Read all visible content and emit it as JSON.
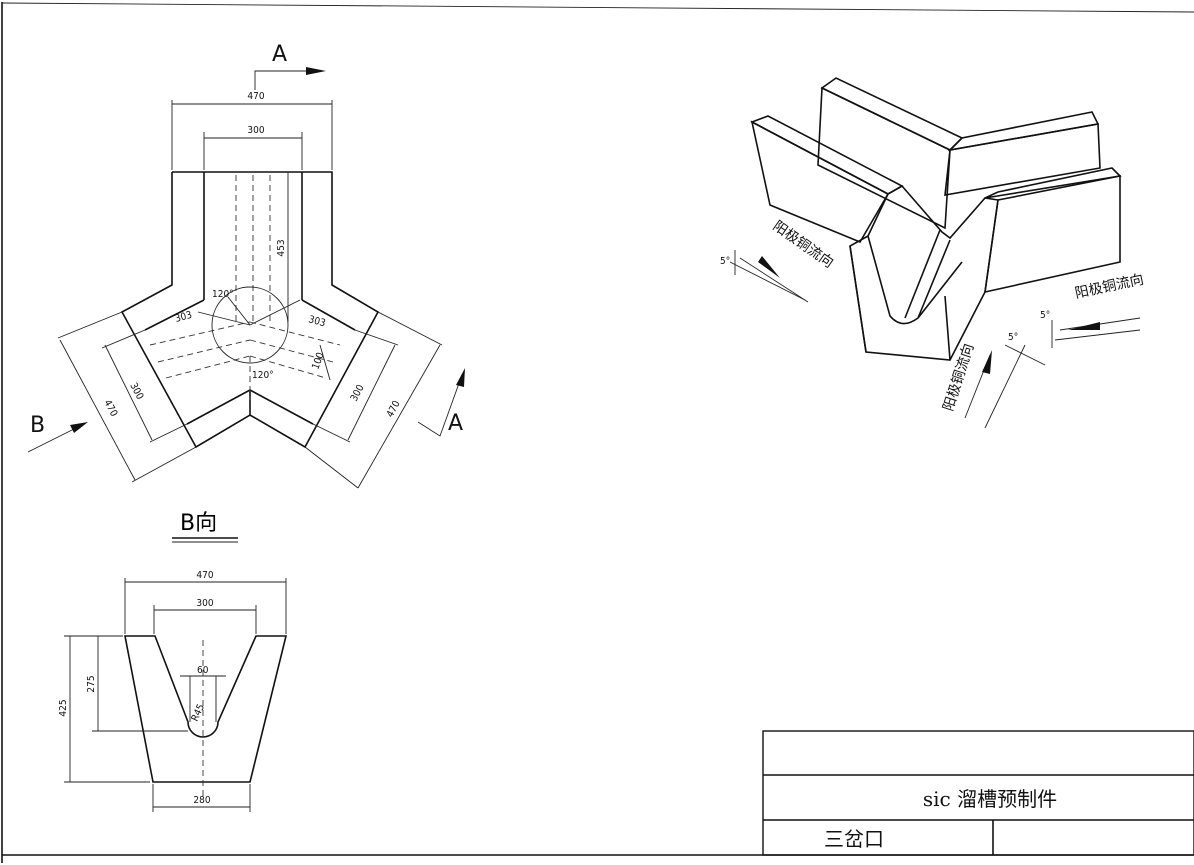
{
  "section_label_a": "A",
  "section_label_b": "B",
  "view_b_title": "B向",
  "top_view": {
    "dim_470_top": "470",
    "dim_300_top": "300",
    "dim_453": "453",
    "dim_120_a": "120°",
    "dim_120_b": "120°",
    "dim_303_left": "303",
    "dim_303_right": "303",
    "dim_100": "100",
    "dim_300_left": "300",
    "dim_470_left": "470",
    "dim_300_right": "300",
    "dim_470_right": "470"
  },
  "b_view": {
    "dim_470": "470",
    "dim_300": "300",
    "dim_60": "60",
    "dim_r45": "R45",
    "dim_275": "275",
    "dim_425": "425",
    "dim_280": "280"
  },
  "iso_view": {
    "flow_label_1": "阳极铜流向",
    "flow_label_2": "阳极铜流向",
    "flow_label_3": "阳极铜流向",
    "slope_1": "5°",
    "slope_2": "5°",
    "slope_3": "5°"
  },
  "title_block": {
    "part_name": "sic 溜槽预制件",
    "sub_name": "三岔口"
  }
}
